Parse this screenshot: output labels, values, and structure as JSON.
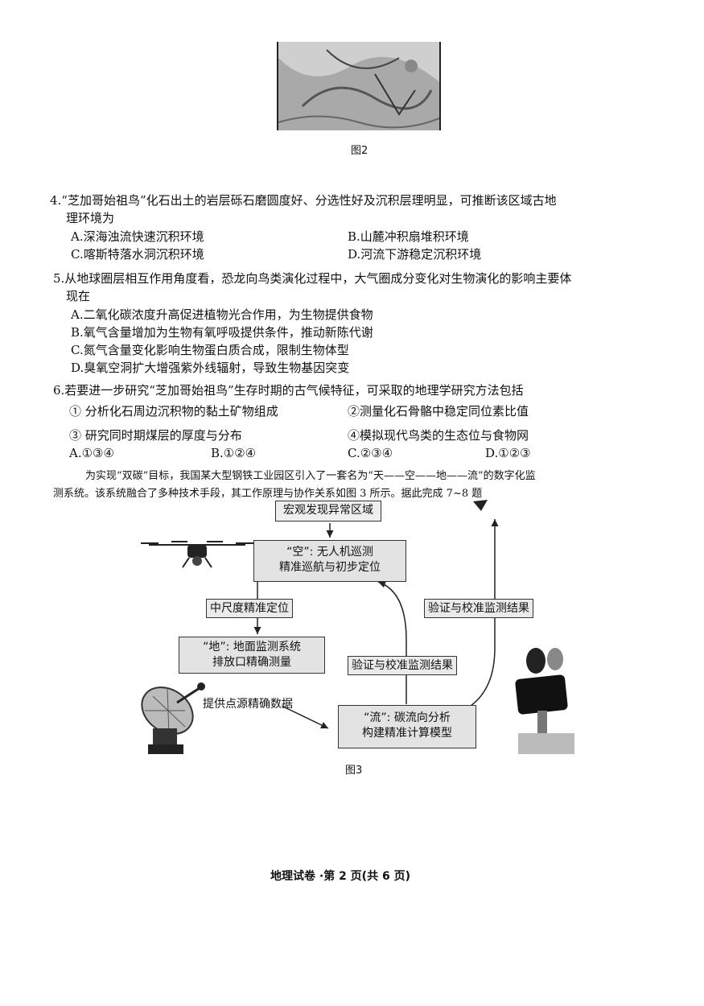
{
  "figure2": {
    "caption": "图2"
  },
  "q4": {
    "stem_line1": "4.“芝加哥始祖鸟”化石出土的岩层砾石磨圆度好、分选性好及沉积层理明显，可推断该区域古地",
    "stem_line2": "理环境为",
    "options": [
      "A.深海浊流快速沉积环境",
      "B.山麓冲积扇堆积环境",
      "C.喀斯特落水洞沉积环境",
      "D.河流下游稳定沉积环境"
    ]
  },
  "q5": {
    "stem_line1": "5.从地球圈层相互作用角度看，恐龙向鸟类演化过程中，大气圈成分变化对生物演化的影响主要体",
    "stem_line2": "现在",
    "options": [
      "A.二氧化碳浓度升高促进植物光合作用，为生物提供食物",
      "B.氧气含量增加为生物有氧呼吸提供条件，推动新陈代谢",
      "C.氮气含量变化影响生物蛋白质合成，限制生物体型",
      "D.臭氧空洞扩大增强紫外线辐射，导致生物基因突变"
    ]
  },
  "q6": {
    "stem": "6.若要进一步研究“芝加哥始祖鸟”生存时期的古气候特征，可采取的地理学研究方法包括",
    "items": [
      "① 分析化石周边沉积物的黏土矿物组成",
      "②测量化石骨骼中稳定同位素比值",
      "③ 研究同时期煤层的厚度与分布",
      "④模拟现代鸟类的生态位与食物网"
    ],
    "options": [
      "A.①③④",
      "B.①②④",
      "C.②③④",
      "D.①②③"
    ]
  },
  "intro": {
    "line1": "为实现“双碳”目标，我国某大型钢铁工业园区引入了一套名为“天——空——地——流”的数字化监",
    "line2": "测系统。该系统融合了多种技术手段，其工作原理与协作关系如图 3 所示。据此完成 7~8 题"
  },
  "figure3": {
    "caption": "图3",
    "box_top": "宏观发现异常区域",
    "box_air_line1": "“空”: 无人机巡测",
    "box_air_line2": "精准巡航与初步定位",
    "label_mid": "中尺度精准定位",
    "box_ground_line1": "“地”: 地面监测系统",
    "box_ground_line2": "排放口精确测量",
    "label_verify_right": "验证与校准监测结果",
    "label_verify_center": "验证与校准监测结果",
    "label_point": "提供点源精确数据",
    "box_flow_line1": "“流”: 碳流向分析",
    "box_flow_line2": "构建精准计算模型"
  },
  "footer": {
    "text": "地理试卷 ·第 2 页(共 6 页)"
  }
}
